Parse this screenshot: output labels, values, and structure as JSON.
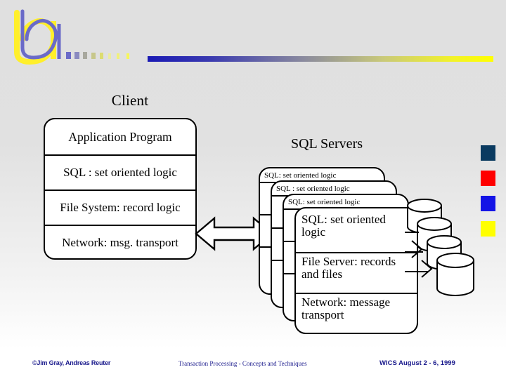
{
  "slide": {
    "background_top_color": "#e0e0e0",
    "background_bottom_color": "#ffffff"
  },
  "header": {
    "logo_name": "b-monogram-logo",
    "logo_colors": [
      "#ffef2b",
      "#6a6ac8"
    ],
    "rule_gradient_from": "#1a1ab4",
    "rule_gradient_to": "#ffff00"
  },
  "client": {
    "title": "Client",
    "rows": [
      "Application Program",
      "SQL : set oriented logic",
      "File System: record logic",
      "Network: msg. transport"
    ]
  },
  "connector": {
    "name": "double-headed-arrow",
    "fill": "#ffffff",
    "stroke": "#000000"
  },
  "servers": {
    "title": "SQL Servers",
    "back_layers": [
      "SQL: set oriented logic",
      "SQL : set oriented logic",
      "SQL: set oriented logic"
    ],
    "front_rows": [
      "SQL: set oriented logic",
      "File Server: records and files",
      "Network: message transport"
    ]
  },
  "storage": {
    "name": "disk-cylinder-group",
    "count": 4
  },
  "chips": [
    {
      "name": "chip-navy",
      "color": "#0a3a60"
    },
    {
      "name": "chip-red",
      "color": "#ff0000"
    },
    {
      "name": "chip-blue",
      "color": "#1414e6"
    },
    {
      "name": "chip-yellow",
      "color": "#ffff00"
    }
  ],
  "footer": {
    "left": "©Jim Gray, Andreas Reuter",
    "center": "Transaction Processing - Concepts and Techniques",
    "right": "WICS August 2 - 6, 1999",
    "color": "#1a1a8c"
  }
}
